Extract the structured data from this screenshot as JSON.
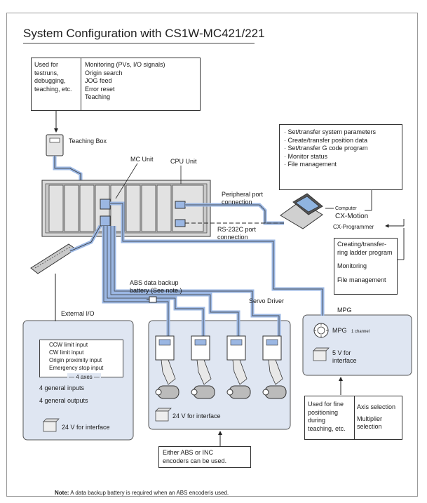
{
  "title": "System Configuration with CS1W-MC421/221",
  "teaching_box": {
    "uses": [
      "Used for",
      "testruns,",
      "debugging,",
      "teaching, etc."
    ],
    "functions": [
      "Monitoring (PVs, I/O signals)",
      "Origin search",
      "JOG feed",
      "Error reset",
      "Teaching"
    ],
    "label": "Teaching Box"
  },
  "mc_unit_label": "MC Unit",
  "cpu_unit_label": "CPU Unit",
  "peripheral_port": [
    "Peripheral port",
    "connection"
  ],
  "rs232c_port": [
    "RS-232C port",
    "connection"
  ],
  "computer_functions": [
    "Set/transfer system parameters",
    "Create/transfer position data",
    "Set/transfer G code program",
    "Monitor status",
    "File management"
  ],
  "computer": {
    "label": "Computer",
    "cx_motion": "CX-Motion",
    "cx_programmer": "CX-Programmer"
  },
  "cx_programmer_functions": [
    "Creating/transfer-",
    "ring ladder program",
    "Monitoring",
    "File management"
  ],
  "abs_battery": [
    "ABS data backup",
    "battery (See note.)"
  ],
  "servo_driver_label": "Servo Driver",
  "mpg": {
    "section_label": "MPG",
    "name": "MPG",
    "channel": "1 channel",
    "power": [
      "5 V for",
      "interface"
    ]
  },
  "external_io": {
    "label": "External I/O",
    "inputs": [
      "CCW limit input",
      "CW limit input",
      "Origin proximity input",
      "Emergency stop input"
    ],
    "axes": "4 axes",
    "general_inputs": "4 general inputs",
    "general_outputs": "4 general outputs",
    "power": "24 V for interface"
  },
  "servo_power": "24 V for interface",
  "mpg_uses": [
    "Used for fine",
    "positioning",
    "during",
    "teaching, etc."
  ],
  "mpg_selection": [
    "Axis selection",
    "Multiplier",
    "selection"
  ],
  "encoder_note": [
    "Either ABS or INC",
    "encoders can be used."
  ],
  "footnote": {
    "label": "Note:",
    "text": " A data backup battery is required when an ABS encoderis used."
  },
  "colors": {
    "panel_blue": "#dfe6f2",
    "accent_blue": "#9bb7e3",
    "device_gray": "#d9d9d9"
  }
}
